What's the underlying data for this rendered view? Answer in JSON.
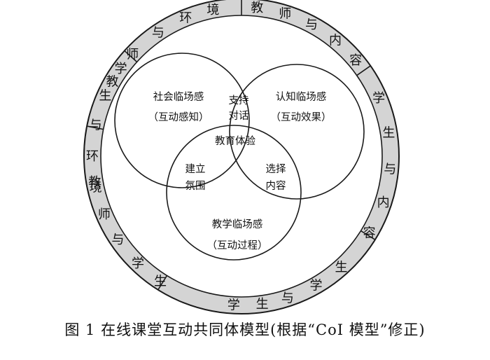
{
  "ring_segments": [
    {
      "id": "teacher-environment",
      "text": "教师与环境"
    },
    {
      "id": "teacher-content",
      "text": "教师与内容"
    },
    {
      "id": "student-content",
      "text": "学生与内容"
    },
    {
      "id": "student-student",
      "text": "学生与学生"
    },
    {
      "id": "teacher-student",
      "text": "教师与学生"
    },
    {
      "id": "student-environment",
      "text": "学生与环境"
    }
  ],
  "presences": {
    "social": {
      "line1": "社会临场感",
      "line2": "（互动感知）"
    },
    "cognitive": {
      "line1": "认知临场感",
      "line2": "（互动效果）"
    },
    "teaching": {
      "line1": "教学临场感",
      "line2": "（互动过程）"
    }
  },
  "overlaps": {
    "social_cognitive": {
      "line1": "支持",
      "line2": "对话"
    },
    "social_teaching": {
      "line1": "建立",
      "line2": "氛围"
    },
    "cognitive_teaching": {
      "line1": "选择",
      "line2": "内容"
    },
    "center": "教育体验"
  },
  "caption": "图 1 在线课堂互动共同体模型(根据“CoI 模型”修正)",
  "colors": {
    "ring_fill": "#d4d4d4",
    "stroke": "#1a1a1a",
    "text": "#111111"
  }
}
